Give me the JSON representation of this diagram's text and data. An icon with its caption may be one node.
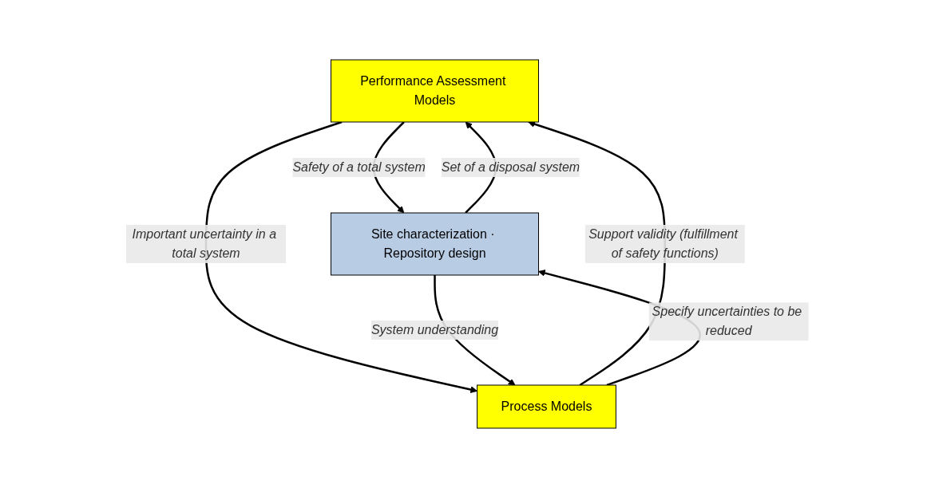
{
  "diagram": {
    "nodes": [
      {
        "text": [
          "Performance Assessment Models"
        ]
      },
      {
        "text": [
          "Process Models"
        ]
      },
      {
        "text": [
          "Site characterization · Repository design"
        ]
      }
    ],
    "edges": [
      {
        "from": 0,
        "to": 2,
        "arrow": "to",
        "label": "Safety of a total system"
      },
      {
        "from": 0,
        "to": 1,
        "arrow": "to",
        "label": "Important uncertainty in a total system"
      },
      {
        "from": 1,
        "to": 0,
        "arrow": "to",
        "label": "Support validity (fulfillment of safety functions)"
      },
      {
        "from": 1,
        "to": 2,
        "arrow": "to",
        "label": "Specify uncertainties to be reduced"
      },
      {
        "from": 2,
        "to": 1,
        "arrow": "to",
        "label": "System understanding"
      },
      {
        "from": 2,
        "to": 0,
        "arrow": "to",
        "label": "Set of a disposal system"
      }
    ]
  }
}
